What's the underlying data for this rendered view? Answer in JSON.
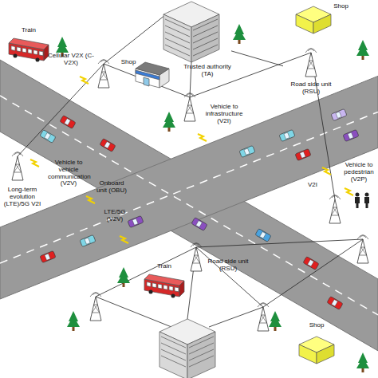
{
  "diagram": {
    "nodes": [
      {
        "text": [
          "Trusted authority (TA)"
        ]
      },
      {
        "text": [
          "Shop"
        ]
      },
      {
        "text": [
          "Train"
        ]
      },
      {
        "text": [
          "Road side unit (RSU)"
        ]
      },
      {
        "text": [
          "Shop"
        ]
      },
      {
        "text": [
          "Road side unit (RSU)"
        ]
      },
      {
        "text": [
          "Train"
        ]
      },
      {
        "text": [
          "Shop"
        ]
      }
    ],
    "edges": [
      {
        "from": 0,
        "to": 3,
        "arrow": "none"
      }
    ],
    "labels": [
      "Cellular V2X (C-V2X)",
      "Vehicle to infrastructure (V2I)",
      "Vehicle to pedestrian (V2P)",
      "V2I",
      "Long-term evolution (LTE)/5G V2I",
      "Vehicle to vehicle communication (V2V)",
      "Onboard unit (OBU)",
      "LTE/5G (V2V)"
    ]
  }
}
